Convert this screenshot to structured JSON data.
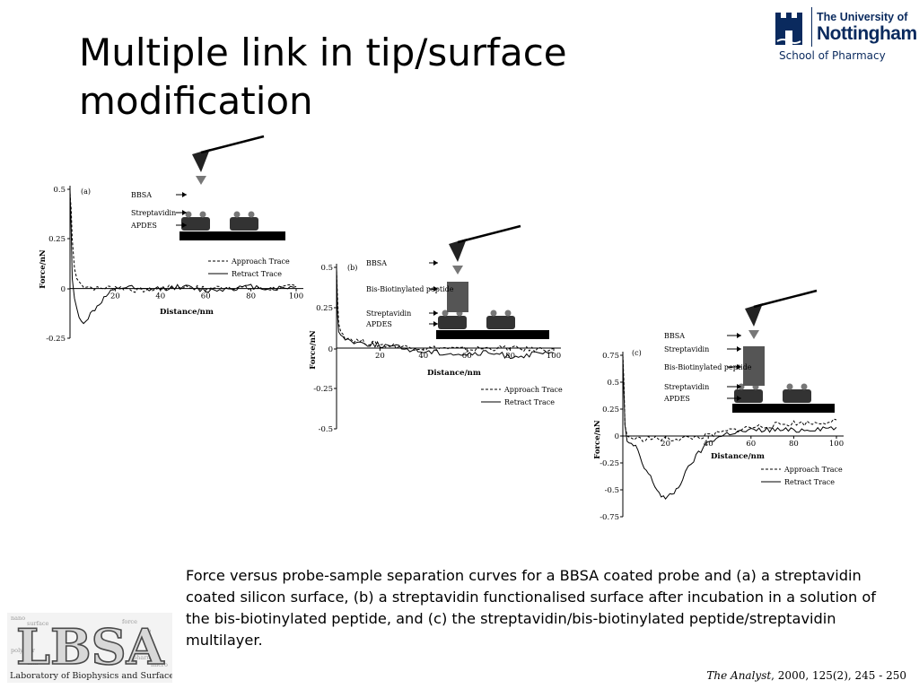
{
  "slide": {
    "title": "Multiple link in tip/surface modification",
    "caption": "Force versus probe-sample separation curves for a BBSA coated probe and (a) a streptavidin coated silicon surface, (b) a streptavidin functionalised surface after incubation in a solution of the bis-biotinylated peptide, and (c) the streptavidin/bis-biotinylated peptide/streptavidin multilayer.",
    "citation_journal": "The Analyst",
    "citation_rest": ", 2000, 125(2), 245 - 250"
  },
  "university": {
    "line1": "The University of",
    "line2": "Nottingham",
    "department": "School of Pharmacy",
    "brand_color": "#0a2a5e"
  },
  "lab_logo": {
    "acronym": "LBSA",
    "name": "Laboratory of Biophysics and Surface Analysis",
    "background_words": [
      "nano",
      "surface",
      "force",
      "bio",
      "pharm",
      "afm",
      "micro",
      "polymer"
    ]
  },
  "legend": {
    "approach": "Approach Trace",
    "retract": "Retract Trace"
  },
  "chart_data": [
    {
      "type": "line",
      "panel": "(a)",
      "xlabel": "Distance/nm",
      "ylabel": "Force/nN",
      "xticks": [
        "20",
        "40",
        "60",
        "80",
        "100"
      ],
      "yticks": [
        "0.5",
        "0.25",
        "0",
        "-0.25"
      ],
      "xlim": [
        0,
        100
      ],
      "ylim": [
        -0.25,
        0.5
      ],
      "schematic_labels": [
        "BBSA",
        "Streptavidin",
        "APDES"
      ],
      "series": [
        {
          "name": "Approach Trace",
          "x": [
            0,
            0.5,
            1,
            2,
            3,
            5,
            8,
            12,
            20,
            30,
            40,
            50,
            60,
            70,
            80,
            90,
            100
          ],
          "y": [
            0.48,
            0.4,
            0.25,
            0.1,
            0.05,
            0.02,
            0.01,
            0.0,
            0.01,
            -0.01,
            0.0,
            0.01,
            0.0,
            0.01,
            0.0,
            0.0,
            0.01
          ]
        },
        {
          "name": "Retract Trace",
          "x": [
            0,
            0.5,
            1,
            2,
            3,
            4,
            5,
            7,
            9,
            12,
            15,
            18,
            22,
            26,
            30,
            40,
            50,
            60,
            70,
            80,
            90,
            100
          ],
          "y": [
            0.5,
            0.3,
            0.05,
            -0.05,
            -0.1,
            -0.15,
            -0.17,
            -0.16,
            -0.13,
            -0.09,
            -0.05,
            -0.02,
            0.0,
            0.01,
            -0.01,
            0.0,
            0.01,
            -0.01,
            0.0,
            0.01,
            0.0,
            0.01
          ]
        }
      ]
    },
    {
      "type": "line",
      "panel": "(b)",
      "xlabel": "Distance/nm",
      "ylabel": "Force/nN",
      "xticks": [
        "20",
        "40",
        "60",
        "80",
        "100"
      ],
      "yticks": [
        "0.5",
        "0.25",
        "0",
        "-0.25",
        "-0.5"
      ],
      "xlim": [
        0,
        100
      ],
      "ylim": [
        -0.5,
        0.5
      ],
      "schematic_labels": [
        "BBSA",
        "Bis-Biotinylated peptide",
        "Streptavidin",
        "APDES"
      ],
      "series": [
        {
          "name": "Approach Trace",
          "x": [
            0,
            0.5,
            1,
            2,
            4,
            8,
            12,
            20,
            30,
            40,
            50,
            60,
            70,
            80,
            90,
            100
          ],
          "y": [
            0.48,
            0.3,
            0.15,
            0.1,
            0.07,
            0.05,
            0.04,
            0.02,
            0.01,
            0.0,
            0.0,
            -0.01,
            0.0,
            0.0,
            -0.01,
            0.0
          ]
        },
        {
          "name": "Retract Trace",
          "x": [
            0,
            0.5,
            1,
            2,
            4,
            8,
            12,
            20,
            30,
            40,
            50,
            60,
            70,
            80,
            90,
            100
          ],
          "y": [
            0.5,
            0.2,
            0.1,
            0.08,
            0.06,
            0.04,
            0.03,
            0.02,
            0.0,
            -0.02,
            -0.03,
            -0.04,
            -0.03,
            -0.05,
            -0.04,
            -0.03
          ]
        }
      ]
    },
    {
      "type": "line",
      "panel": "(c)",
      "xlabel": "Distance/nm",
      "ylabel": "Force/nN",
      "xticks": [
        "20",
        "40",
        "60",
        "80",
        "100"
      ],
      "yticks": [
        "0.75",
        "0.5",
        "0.25",
        "0",
        "-0.25",
        "-0.5",
        "-0.75"
      ],
      "xlim": [
        0,
        100
      ],
      "ylim": [
        -0.75,
        0.75
      ],
      "schematic_labels": [
        "BBSA",
        "Streptavidin",
        "Bis-Biotinylated peptide",
        "Streptavidin",
        "APDES"
      ],
      "series": [
        {
          "name": "Approach Trace",
          "x": [
            0,
            0.5,
            1,
            2,
            4,
            8,
            12,
            20,
            30,
            40,
            50,
            60,
            70,
            80,
            90,
            100
          ],
          "y": [
            0.75,
            0.5,
            0.1,
            0.0,
            -0.02,
            -0.03,
            -0.02,
            -0.03,
            -0.02,
            0.0,
            0.05,
            0.08,
            0.1,
            0.12,
            0.12,
            0.15
          ]
        },
        {
          "name": "Retract Trace",
          "x": [
            0,
            0.5,
            1,
            2,
            4,
            6,
            8,
            10,
            12,
            14,
            16,
            18,
            20,
            22,
            25,
            28,
            32,
            40,
            50,
            60,
            70,
            80,
            90,
            100
          ],
          "y": [
            0.75,
            0.4,
            0.1,
            -0.05,
            -0.08,
            -0.1,
            -0.2,
            -0.3,
            -0.35,
            -0.42,
            -0.5,
            -0.55,
            -0.58,
            -0.56,
            -0.5,
            -0.4,
            -0.25,
            -0.05,
            0.03,
            0.05,
            0.06,
            0.05,
            0.07,
            0.08
          ]
        }
      ]
    }
  ]
}
